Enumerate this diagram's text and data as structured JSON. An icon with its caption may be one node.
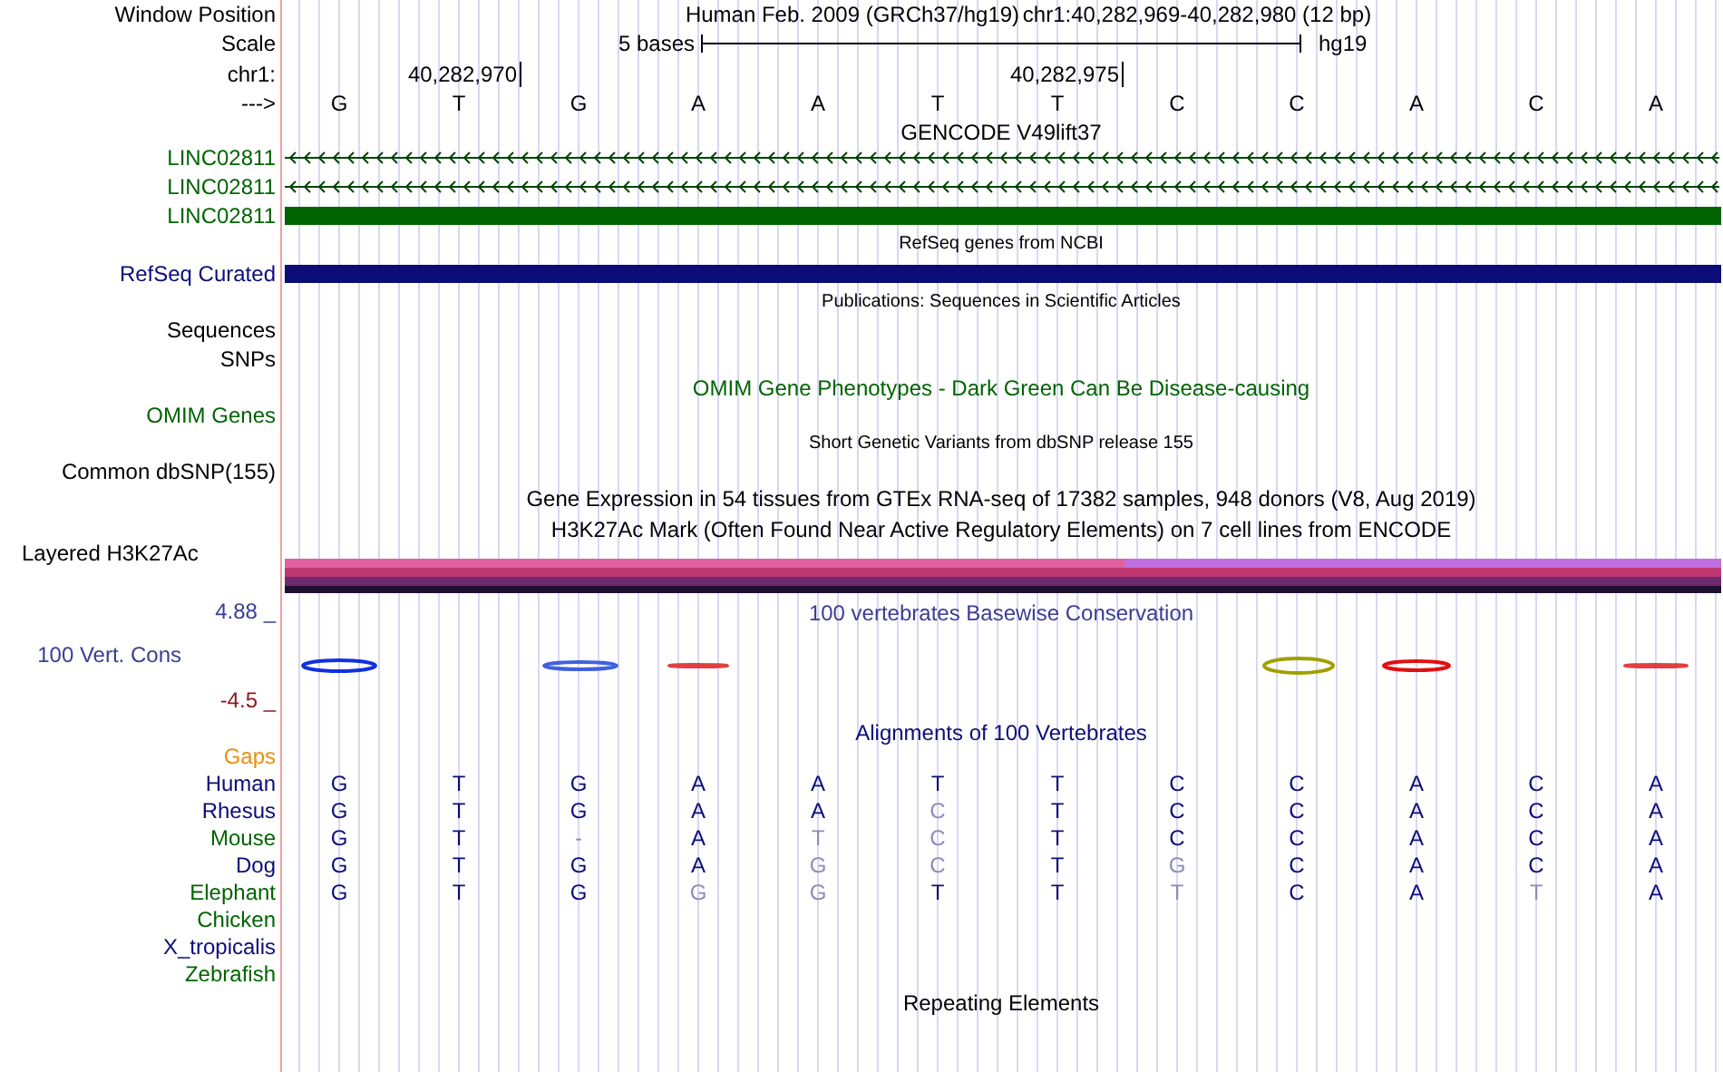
{
  "diagram": {
    "labels": [
      "Window Position",
      "Human Feb. 2009 (GRCh37/hg19)",
      "chr1:40,282,969-40,282,980 (12 bp)",
      "Scale",
      "5 bases",
      "hg19",
      "chr1:",
      "40,282,970",
      "40,282,975",
      "--->",
      "G",
      "T",
      "G",
      "A",
      "A",
      "T",
      "T",
      "C",
      "C",
      "A",
      "C",
      "A",
      "GENCODE V49lift37",
      "LINC02811",
      "LINC02811",
      "LINC02811",
      "RefSeq genes from NCBI",
      "RefSeq Curated",
      "Publications: Sequences in Scientific Articles",
      "Sequences",
      "SNPs",
      "OMIM Gene Phenotypes - Dark Green Can Be Disease-causing",
      "OMIM Genes",
      "Short Genetic Variants from dbSNP release 155",
      "Common dbSNP(155)",
      "Gene Expression in 54 tissues from GTEx RNA-seq of 17382 samples, 948 donors (V8, Aug 2019)",
      "H3K27Ac Mark (Often Found Near Active Regulatory Elements) on 7 cell lines from ENCODE",
      "Layered H3K27Ac",
      "4.88 _",
      "100 vertebrates Basewise Conservation",
      "100 Vert. Cons",
      "-4.5 _",
      "Gaps",
      "Alignments of 100 Vertebrates",
      "Human",
      "G",
      "T",
      "G",
      "A",
      "A",
      "T",
      "T",
      "C",
      "C",
      "A",
      "C",
      "A",
      "Rhesus",
      "G",
      "T",
      "G",
      "A",
      "A",
      "C",
      "T",
      "C",
      "C",
      "A",
      "C",
      "A",
      "Mouse",
      "G",
      "T",
      "-",
      "A",
      "T",
      "C",
      "T",
      "C",
      "C",
      "A",
      "C",
      "A",
      "Dog",
      "G",
      "T",
      "G",
      "A",
      "G",
      "C",
      "T",
      "G",
      "C",
      "A",
      "C",
      "A",
      "Elephant",
      "G",
      "T",
      "G",
      "G",
      "G",
      "T",
      "T",
      "T",
      "C",
      "A",
      "T",
      "A",
      "Chicken",
      "X_tropicalis",
      "Zebrafish",
      "Repeating Elements"
    ]
  }
}
